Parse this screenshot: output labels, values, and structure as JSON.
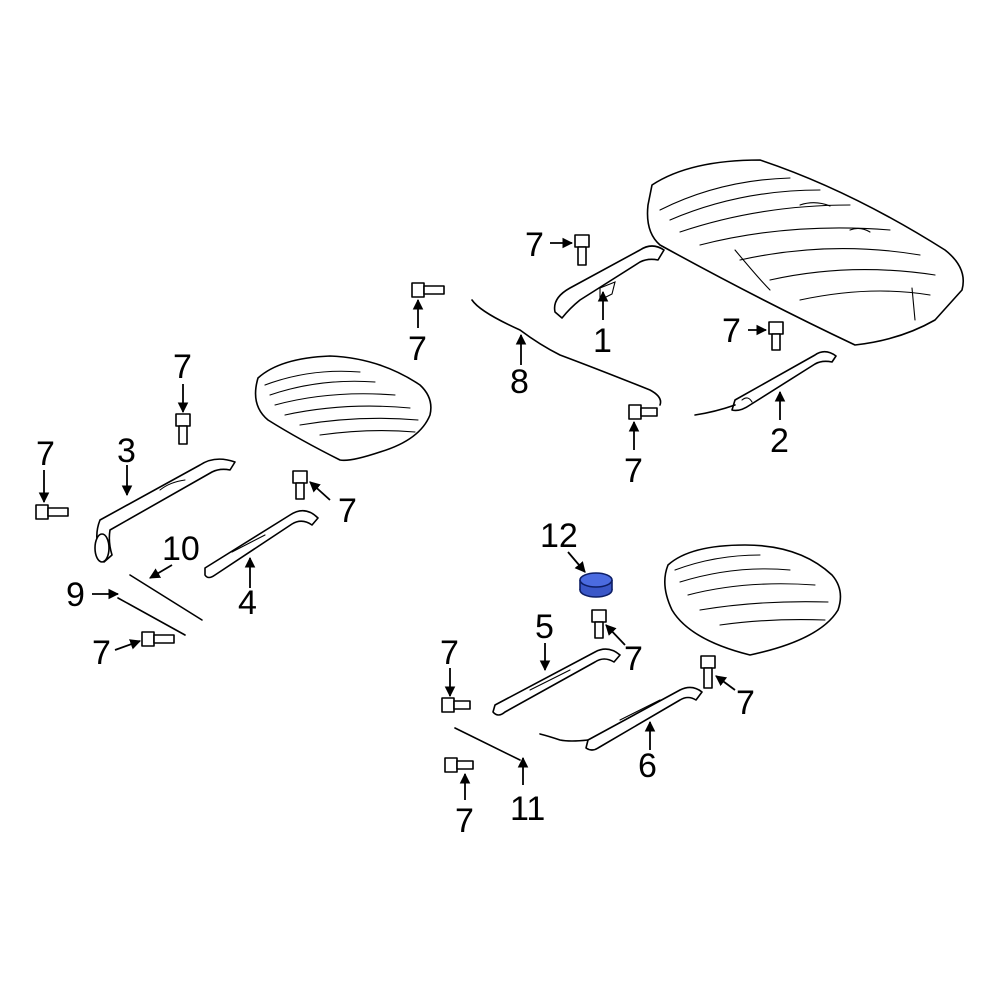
{
  "labels": {
    "p1": "1",
    "p2": "2",
    "p3": "3",
    "p4": "4",
    "p5": "5",
    "p6": "6",
    "p7": "7",
    "p8": "8",
    "p9": "9",
    "p10": "10",
    "p11": "11",
    "p12": "12"
  },
  "colors": {
    "line": "#000000",
    "background": "#ffffff",
    "highlight_fill": "#3a57c8",
    "highlight_stroke": "#0d1e66"
  },
  "highlighted_part": "12"
}
